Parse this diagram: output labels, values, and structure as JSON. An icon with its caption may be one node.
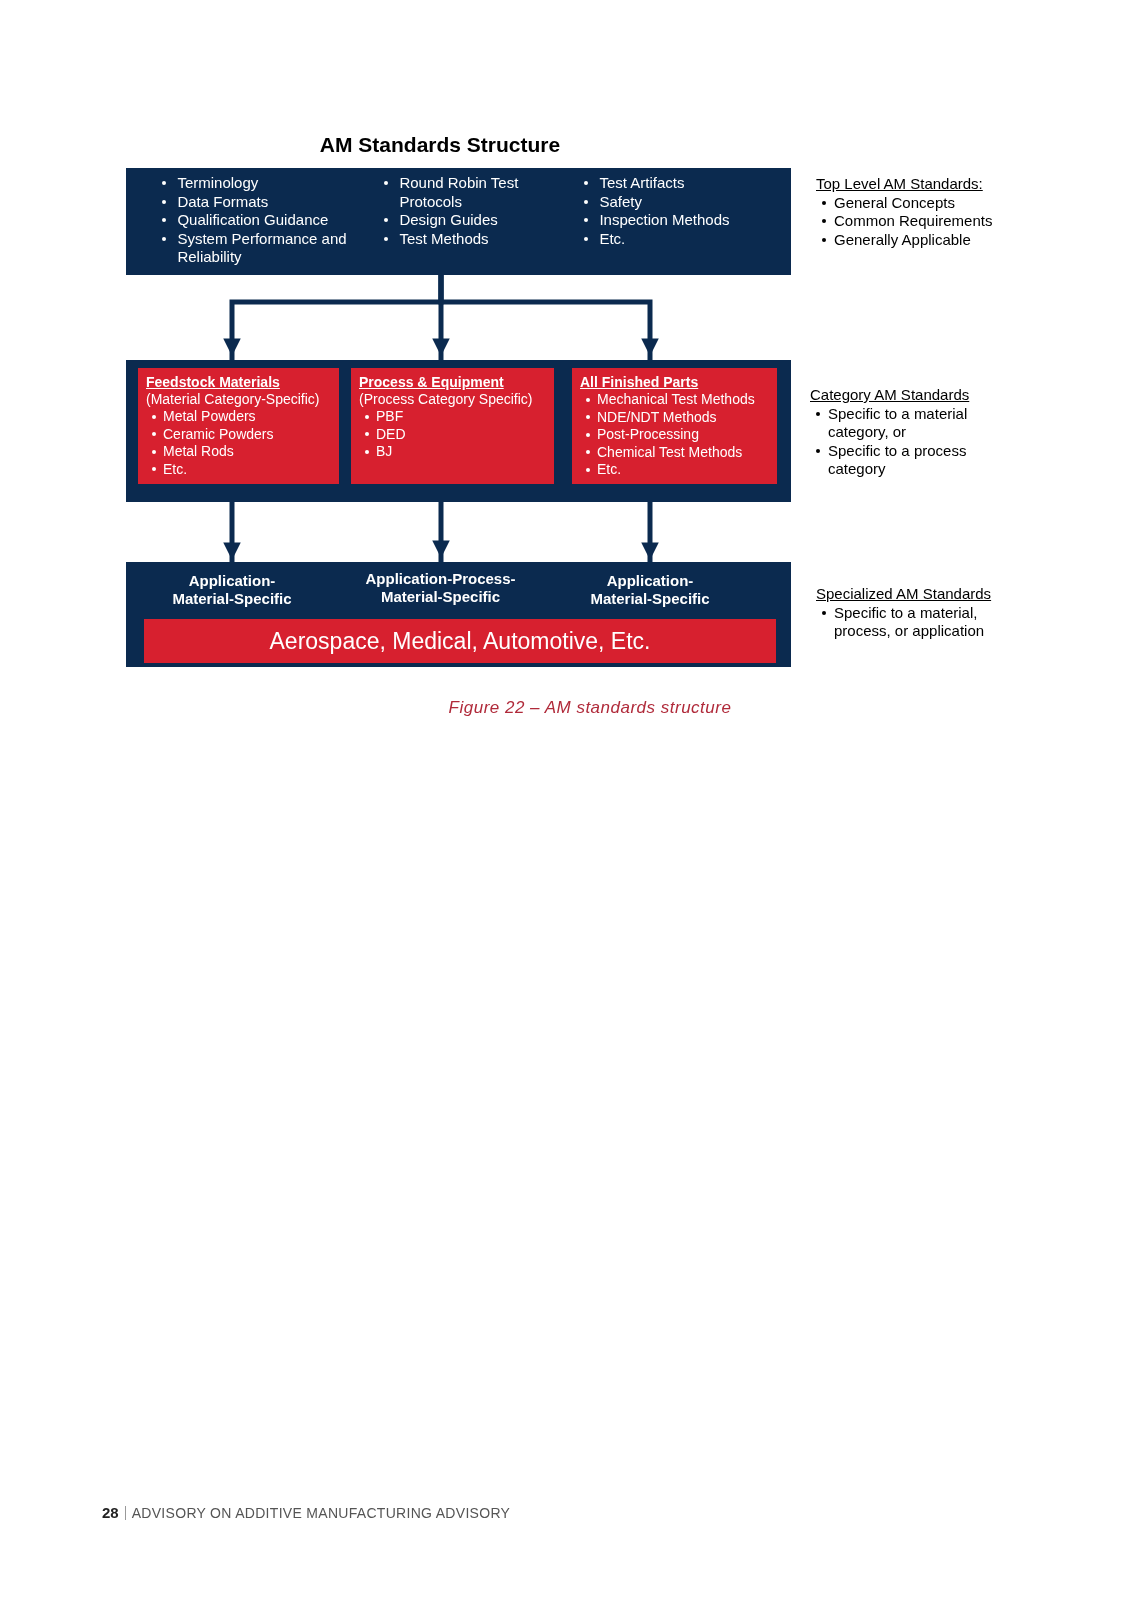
{
  "diagram": {
    "title": "AM Standards Structure",
    "caption": "Figure 22 – AM standards structure",
    "nodes": [
      {
        "text": [
          "Terminology",
          "Data Formats",
          "Qualification Guidance",
          "System Performance and Reliability",
          "Round Robin Test Protocols",
          "Design Guides",
          "Test Methods",
          "Test Artifacts",
          "Safety",
          "Inspection Methods",
          "Etc."
        ]
      },
      {
        "text": [],
        "shape": "box"
      },
      {
        "text": [
          "Feedstock Materials",
          "(Material Category-Specific)",
          "Metal Powders",
          "Ceramic Powders",
          "Metal Rods",
          "Etc."
        ],
        "in": 1
      },
      {
        "text": [
          "Process & Equipment",
          "(Process Category Specific)",
          "PBF",
          "DED",
          "BJ"
        ],
        "in": 1
      },
      {
        "text": [
          "All Finished Parts",
          "Mechanical Test Methods",
          "NDE/NDT Methods",
          "Post-Processing",
          "Chemical Test Methods",
          "Etc."
        ],
        "in": 1
      },
      {
        "text": [],
        "shape": "box"
      },
      {
        "text": [
          "Application- Material-Specific"
        ],
        "in": 5
      },
      {
        "text": [
          "Application-Process- Material-Specific"
        ],
        "in": 5
      },
      {
        "text": [
          "Application- Material-Specific"
        ],
        "in": 5
      },
      {
        "text": [
          "Aerospace, Medical, Automotive, Etc."
        ],
        "in": 5
      }
    ],
    "edges": [
      {
        "from": 0,
        "to": 2,
        "arrow": "to"
      },
      {
        "from": 0,
        "to": 3,
        "arrow": "to"
      },
      {
        "from": 0,
        "to": 4,
        "arrow": "to"
      },
      {
        "from": 2,
        "to": 6,
        "arrow": "to"
      },
      {
        "from": 3,
        "to": 7,
        "arrow": "to"
      },
      {
        "from": 4,
        "to": 8,
        "arrow": "to"
      }
    ],
    "labels": [
      "Top Level AM Standards:",
      "General Concepts",
      "Common Requirements",
      "Generally Applicable",
      "Category AM Standards",
      "Specific to a material category, or",
      "Specific to a process category",
      "Specialized AM Standards",
      "Specific to a material, process, or application",
      "28",
      "ADVISORY ON ADDITIVE MANUFACTURING ADVISORY"
    ]
  }
}
